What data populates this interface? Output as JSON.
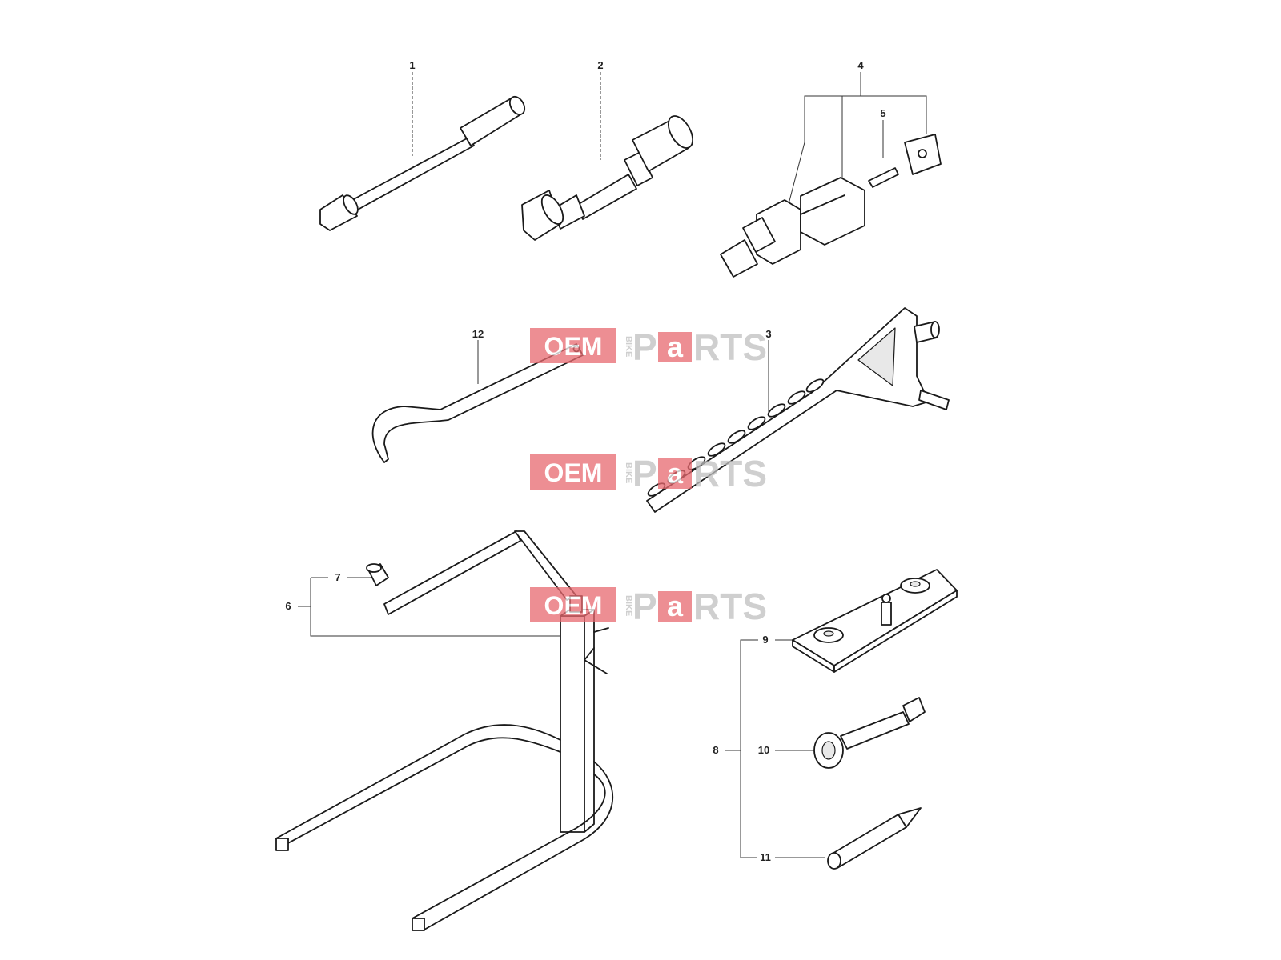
{
  "callouts": {
    "c1": "1",
    "c2": "2",
    "c3": "3",
    "c4": "4",
    "c5": "5",
    "c6": "6",
    "c7": "7",
    "c8": "8",
    "c9": "9",
    "c10": "10",
    "c11": "11",
    "c12": "12"
  },
  "watermark": {
    "oem": "OEM",
    "bike": "BIKE",
    "p": "P",
    "a": "a",
    "rts": "RTS"
  },
  "colors": {
    "watermark_red": "#e8696f",
    "watermark_grey": "#bfbfbf",
    "line": "#1a1a1a"
  }
}
